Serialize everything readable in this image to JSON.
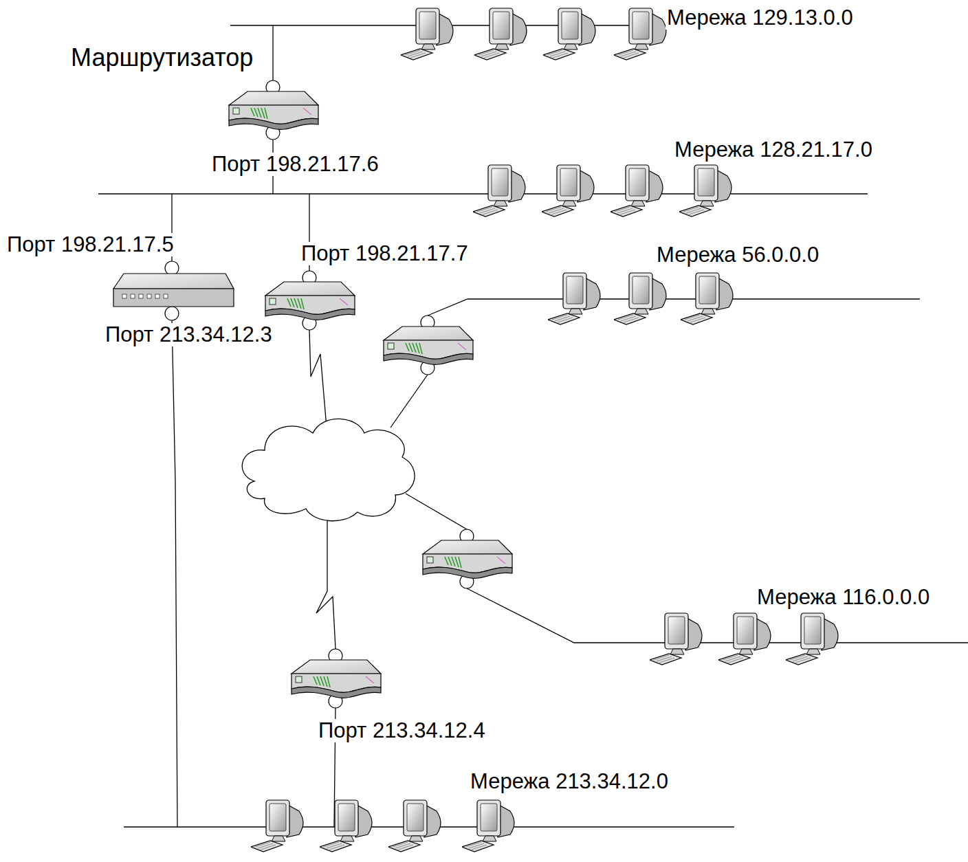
{
  "diagram": {
    "labels": [
      "Мережа 129.13.0.0",
      "Маршрутизатор",
      "Мережа 128.21.17.0",
      "Порт 198.21.17.6",
      "Порт 198.21.17.5",
      "Порт 198.21.17.7",
      "Мережа 56.0.0.0",
      "Порт 213.34.12.3",
      "Мережа 116.0.0.0",
      "Порт 213.34.12.4",
      "Мережа 213.34.12.0"
    ]
  }
}
